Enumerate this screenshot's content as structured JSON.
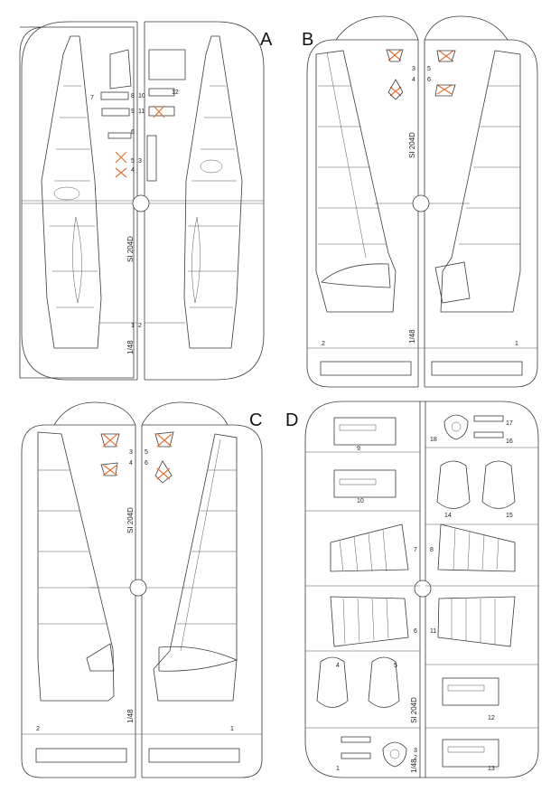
{
  "sprues": [
    {
      "letter": "A",
      "code": "SI 204D",
      "scale": "1/48",
      "part_numbers": [
        "7",
        "8",
        "9",
        "10",
        "11",
        "12",
        "6",
        "5",
        "4",
        "3",
        "1",
        "2"
      ]
    },
    {
      "letter": "B",
      "code": "SI 204D",
      "scale": "1/48",
      "part_numbers": [
        "3",
        "4",
        "5",
        "6",
        "2",
        "1"
      ]
    },
    {
      "letter": "C",
      "code": "SI 204D",
      "scale": "1/48",
      "part_numbers": [
        "3",
        "4",
        "5",
        "6",
        "2",
        "1"
      ]
    },
    {
      "letter": "D",
      "code": "SI 204D",
      "scale": "1/48",
      "part_numbers": [
        "1",
        "2",
        "3",
        "4",
        "5",
        "6",
        "7",
        "8",
        "9",
        "10",
        "11",
        "12",
        "13",
        "14",
        "15",
        "16",
        "17",
        "18"
      ]
    }
  ]
}
